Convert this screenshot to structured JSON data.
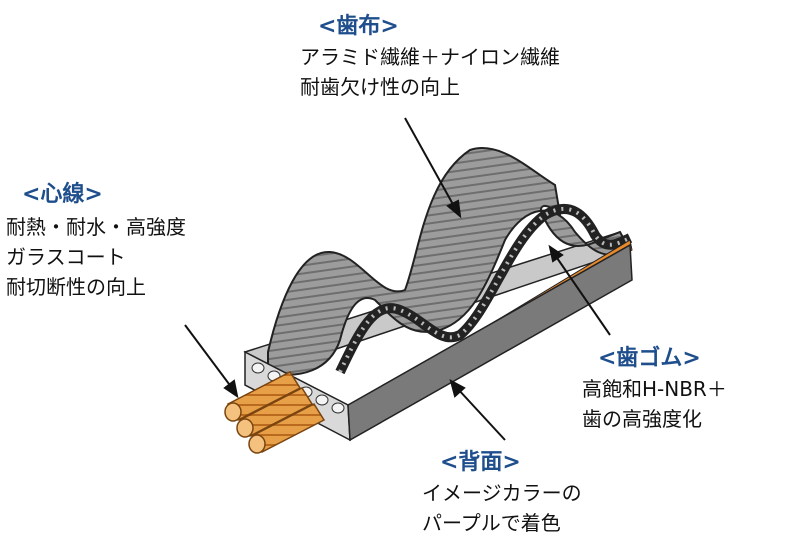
{
  "labels": {
    "tooth_cloth": {
      "title": "<歯布>",
      "lines": [
        "アラミド繊維＋ナイロン繊維",
        "耐歯欠け性の向上"
      ]
    },
    "core_wire": {
      "title": "<心線>",
      "lines": [
        "耐熱・耐水・高強度",
        "ガラスコート",
        "耐切断性の向上"
      ]
    },
    "tooth_rubber": {
      "title": "<歯ゴム>",
      "lines": [
        "高飽和H-NBR＋",
        "歯の高強度化"
      ]
    },
    "back_face": {
      "title": "<背面>",
      "lines": [
        "イメージカラーの",
        "パープルで着色"
      ]
    }
  },
  "colors": {
    "title": "#1f4e8c",
    "belt_gray": "#9a9a9a",
    "orange_layer": "#e8892c"
  }
}
